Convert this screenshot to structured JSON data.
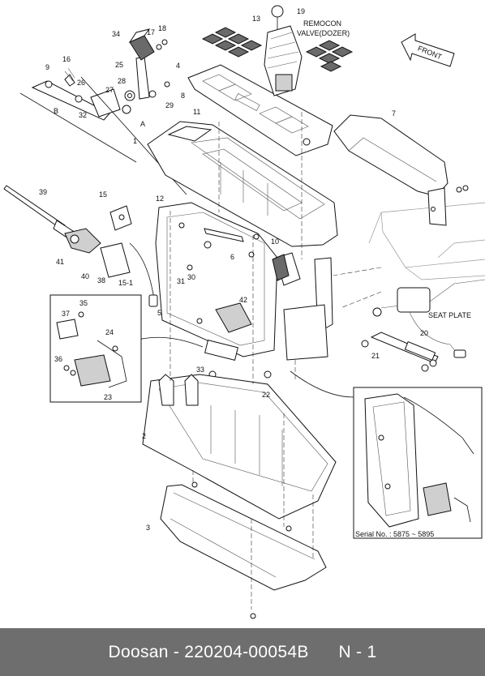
{
  "labels": {
    "callouts": [
      "1",
      "2",
      "3",
      "4",
      "5",
      "6",
      "7",
      "8",
      "9",
      "10",
      "11",
      "12",
      "13",
      "15",
      "15-1",
      "16",
      "17",
      "18",
      "19",
      "20",
      "21",
      "22",
      "23",
      "24",
      "25",
      "26",
      "27",
      "28",
      "29",
      "30",
      "31",
      "32",
      "33",
      "34",
      "35",
      "36",
      "37",
      "38",
      "39",
      "40",
      "41",
      "42",
      "A",
      "B"
    ],
    "remocon_line1": "REMOCON",
    "remocon_line2": "VALVE(DOZER)",
    "front": "FRONT",
    "seat_plate": "SEAT PLATE",
    "serial": "Serial No. : 5875 ~ 5895"
  },
  "footer": {
    "brand": "Doosan",
    "separator": " - ",
    "part_number": "220204-00054B",
    "page": "N - 1"
  },
  "colors": {
    "footer_bg": "#6e6e6e",
    "footer_text": "#ffffff",
    "line": "#111111"
  }
}
